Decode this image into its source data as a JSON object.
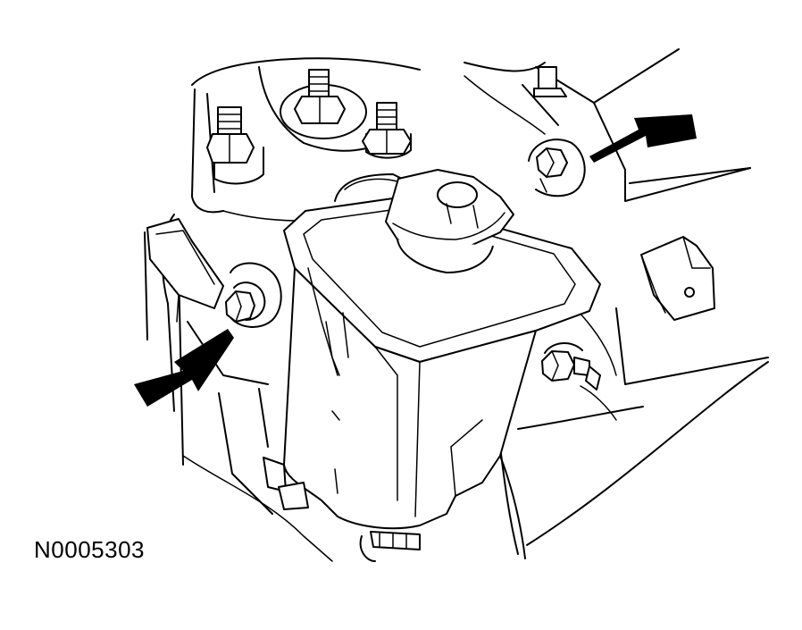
{
  "figure": {
    "id_label": "N0005303"
  },
  "callouts": [
    {
      "icon": "arrow-icon",
      "points_to": "reservoir-upper-mounting-bolt"
    },
    {
      "icon": "arrow-icon",
      "points_to": "reservoir-lower-mounting-bolt"
    }
  ],
  "colors": {
    "line": "#000000",
    "background": "#ffffff"
  }
}
